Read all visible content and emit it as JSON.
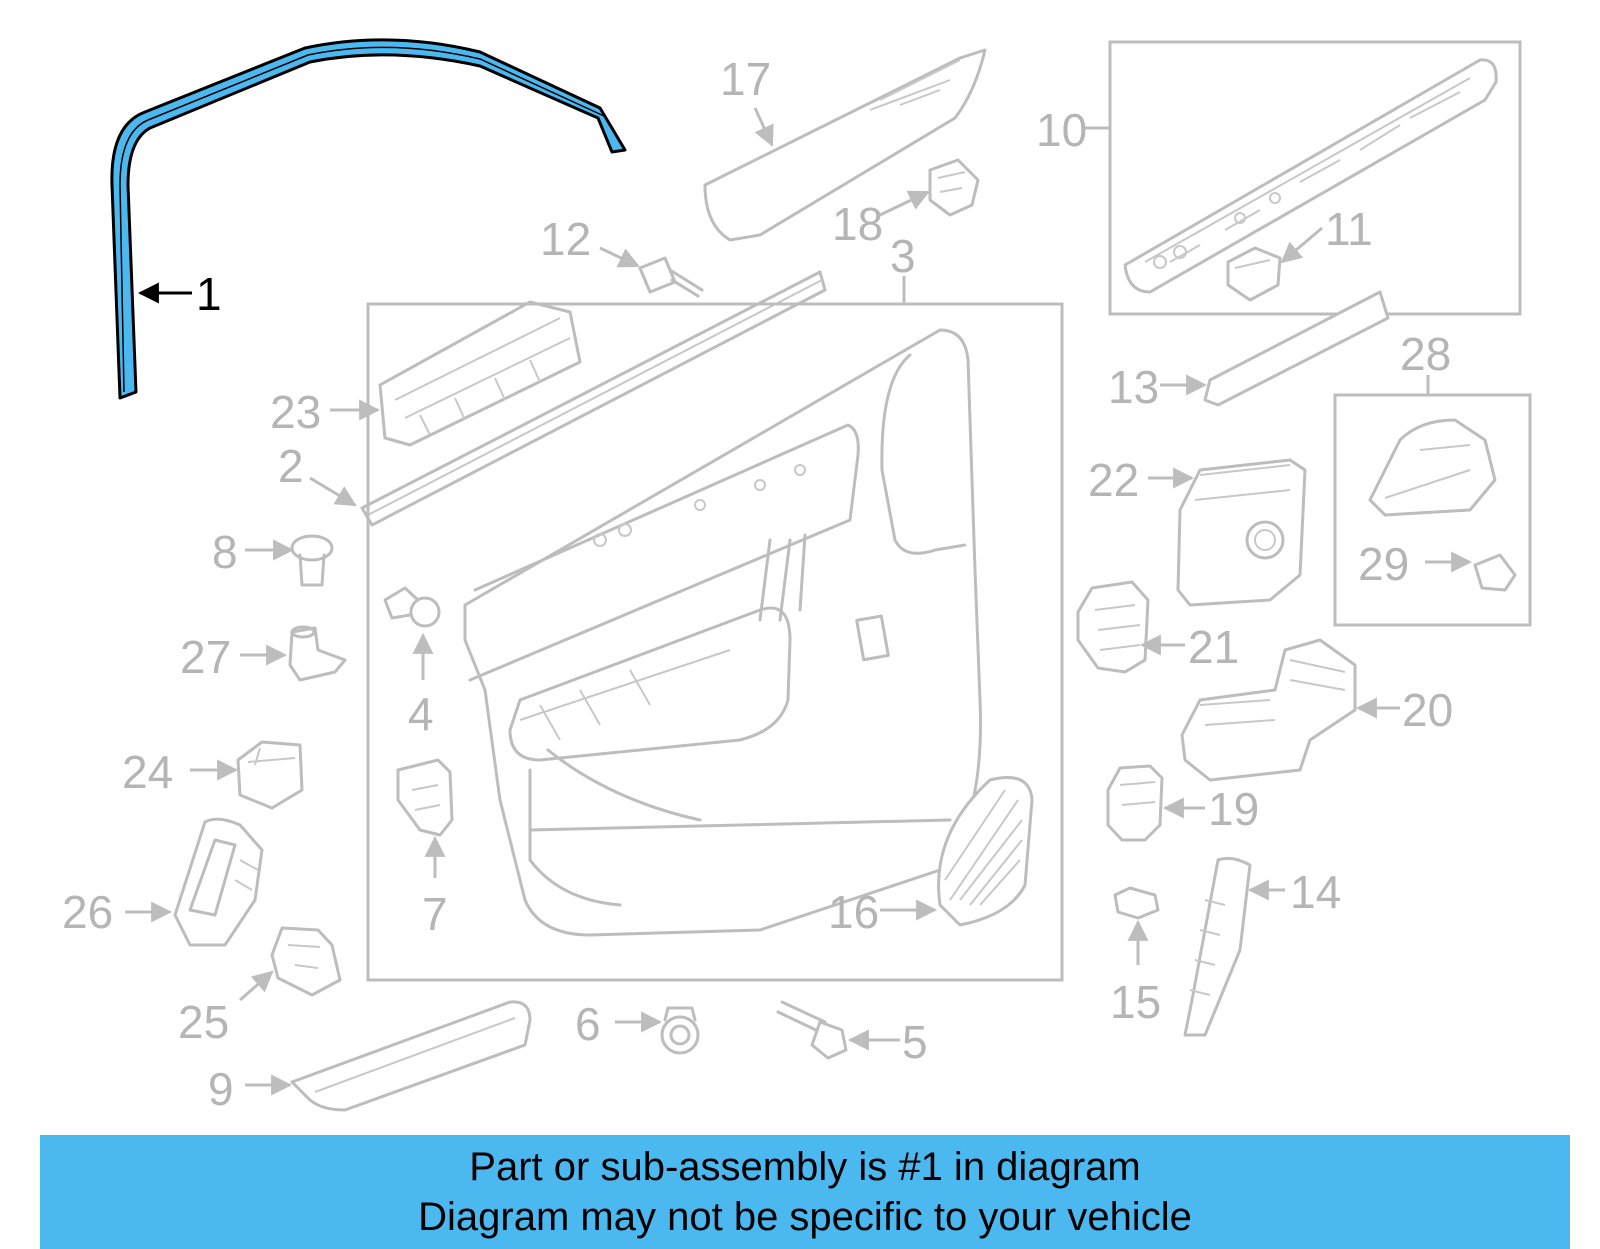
{
  "diagram": {
    "highlight_color": "#4cb8f0",
    "part_color": "#bdbdbd",
    "callouts": [
      "1",
      "2",
      "3",
      "4",
      "5",
      "6",
      "7",
      "8",
      "9",
      "10",
      "11",
      "12",
      "13",
      "14",
      "15",
      "16",
      "17",
      "18",
      "19",
      "20",
      "21",
      "22",
      "23",
      "24",
      "25",
      "26",
      "27",
      "28",
      "29"
    ],
    "highlighted_callout": "1"
  },
  "banner": {
    "background": "#4cb8f0",
    "line1": "Part or sub-assembly is #1 in diagram",
    "line2": "Diagram may not be specific to your vehicle"
  }
}
